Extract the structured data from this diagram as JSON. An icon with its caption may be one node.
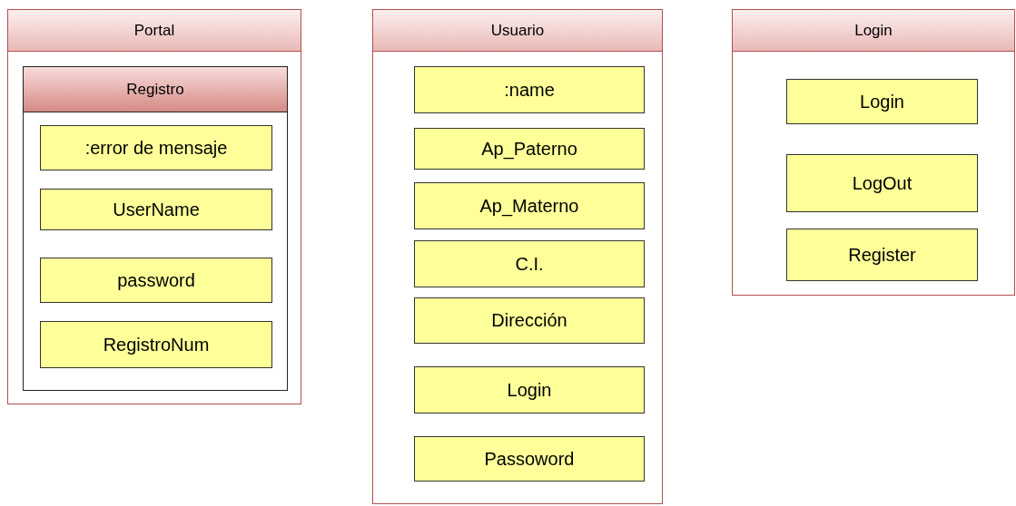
{
  "diagram": {
    "nodes": [
      {
        "text": [
          "Portal"
        ]
      },
      {
        "text": [
          "Registro"
        ],
        "in": 0
      },
      {
        "text": [
          ":error de mensaje"
        ],
        "in": 1
      },
      {
        "text": [
          "UserName"
        ],
        "in": 1
      },
      {
        "text": [
          "password"
        ],
        "in": 1
      },
      {
        "text": [
          "RegistroNum"
        ],
        "in": 1
      },
      {
        "text": [
          "Usuario"
        ]
      },
      {
        "text": [
          ":name"
        ],
        "in": 6
      },
      {
        "text": [
          "Ap_Paterno"
        ],
        "in": 6
      },
      {
        "text": [
          "Ap_Materno"
        ],
        "in": 6
      },
      {
        "text": [
          "C.I."
        ],
        "in": 6
      },
      {
        "text": [
          "Dirección"
        ],
        "in": 6
      },
      {
        "text": [
          "Login"
        ],
        "in": 6
      },
      {
        "text": [
          "Passoword"
        ],
        "in": 6
      },
      {
        "text": [
          "Login"
        ]
      },
      {
        "text": [
          "Login"
        ],
        "in": 14
      },
      {
        "text": [
          "LogOut"
        ],
        "in": 14
      },
      {
        "text": [
          "Register"
        ],
        "in": 14
      }
    ]
  }
}
